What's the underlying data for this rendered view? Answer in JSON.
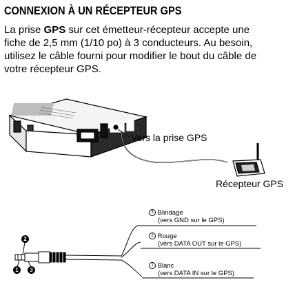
{
  "heading": "CONNEXION À UN RÉCEPTEUR GPS",
  "intro": {
    "line1_pre": "La prise ",
    "line1_bold": "GPS",
    "line1_post": " sur cet émetteur-récepteur accepte une",
    "line2": "fiche de 2,5 mm (1/10 po) à 3 conducteurs. Au besoin,",
    "line3": "utilisez le câble fourni pour modifier le bout du câble de",
    "line4": "votre récepteur GPS."
  },
  "figure1": {
    "jack_label": "Vers la prise GPS",
    "receiver_label": "Récepteur GPS"
  },
  "figure2": {
    "plug_markers": [
      "2",
      "1",
      "3"
    ],
    "wires": [
      {
        "num": "3",
        "name": "Blindage",
        "detail": "(vers GND sur le GPS)"
      },
      {
        "num": "2",
        "name": "Rouge",
        "detail": "(vers DATA OUT sur le GPS)"
      },
      {
        "num": "1",
        "name": "Blanc",
        "detail": "(vers DATA IN sur le GPS)"
      }
    ]
  }
}
